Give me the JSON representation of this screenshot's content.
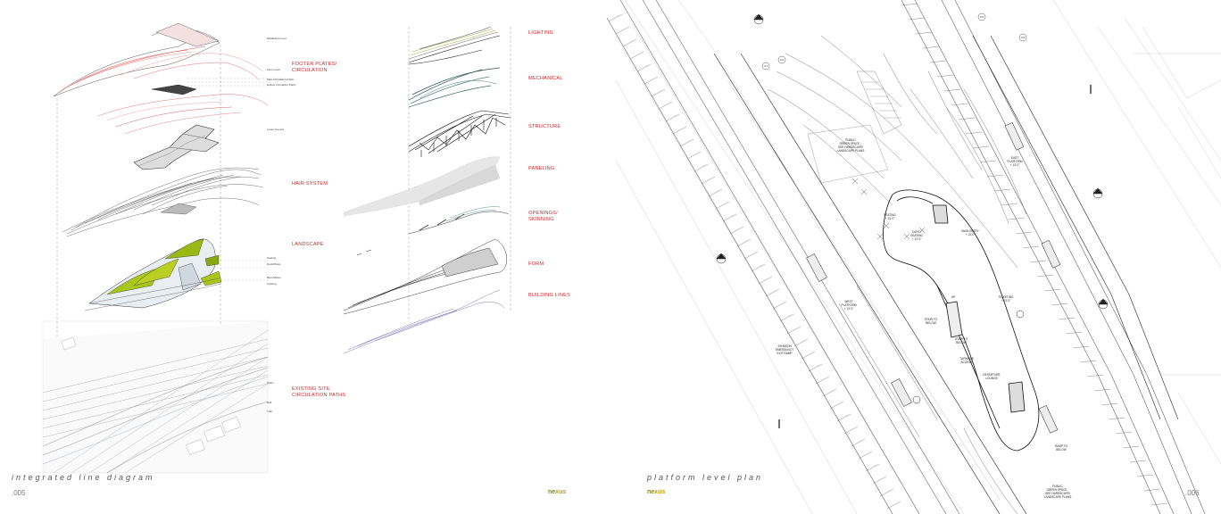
{
  "left_page": {
    "title": "integrated line diagram",
    "page_number": ".005",
    "brand": {
      "part1": "ne",
      "part2": "xus"
    },
    "layer_labels": {
      "footer_plates": "FOOTER PLATES/\nCIRCULATION",
      "hair_system": "HAIR SYSTEM",
      "landscape": "LANDSCAPE",
      "existing_site": "EXISTING SITE\nCIRCULATION PATHS",
      "lighting": "LIGHTING",
      "mechanical": "MECHANICAL",
      "structure": "STRUCTURE",
      "paneling": "PANELING",
      "openings": "OPENINGS/\nSKINNING",
      "form": "FORM",
      "building_lines": "BUILDING LINES"
    },
    "tiny_notes": [
      "Middlefloor level",
      "Floor Level",
      "Main Circulation Paths",
      "Hollow Circulation Paths",
      "Lower Ground",
      "Seating",
      "Deck/Plaza",
      "Bench/Rest",
      "Lighting",
      "Paths",
      "Rail",
      "Trail"
    ]
  },
  "right_page": {
    "title": "platform level plan",
    "page_number": ".006",
    "brand": {
      "part1": "ne",
      "part2": "xus"
    },
    "notes": {
      "public_green_north": "PUBLIC\nGREEN SPACE -\nSEE HARDSCAPE/\nLANDSCAPE PLANS",
      "east_platform": "EAST\nPLATFORM\n+ 13'-0\"",
      "west_platform": "WEST\nPLATFORM\n+ 13'-0\"",
      "seating": "SEATING\n+ 13'-0\"",
      "cafe_seating": "CAFE /\nSEATING\n+ 13'-0\"",
      "main_entry": "MAIN ENTRY\n+ 13'-0\"",
      "ticketing": "TICKETING\n+ 13'-0\"",
      "stair_down": "STAIR TO\nBELOW",
      "stair_down_2": "STAIR TO\nBELOW",
      "turnstile": "TURNSILE\nACCESS",
      "departure_lounge": "DEPARTURE\nLOUNGE",
      "johnson_ramp": "JOHNSON\nEMERGENCY\nEXIT RAMP",
      "public_green_south": "PUBLIC\nGREEN SPACE -\nSEE HARDSCAPE/\nLANDSCAPE PLANS",
      "ramp_to_below": "RAMP TO\nBELOW",
      "up": "UP"
    },
    "grid_bubbles": [
      "C1",
      "C2",
      "C3",
      "C4"
    ]
  }
}
